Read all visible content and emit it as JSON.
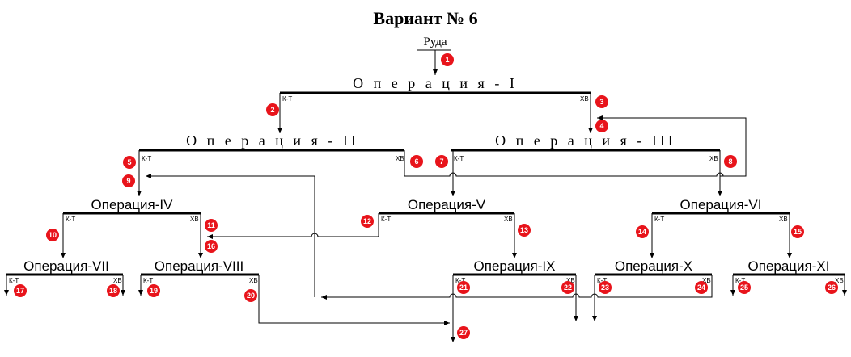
{
  "title": "Вариант № 6",
  "ore_label": "Руда",
  "product_labels": {
    "kt": "К-Т",
    "xv": "ХВ"
  },
  "operations": [
    {
      "id": "op1",
      "label": "О п е р а ц и я - I"
    },
    {
      "id": "op2",
      "label": "О п е р а ц и я - II"
    },
    {
      "id": "op3",
      "label": "О п е р а ц и я - III"
    },
    {
      "id": "op4",
      "label": "Операция-IV"
    },
    {
      "id": "op5",
      "label": "Операция-V"
    },
    {
      "id": "op6",
      "label": "Операция-VI"
    },
    {
      "id": "op7",
      "label": "Операция-VII"
    },
    {
      "id": "op8",
      "label": "Операция-VIII"
    },
    {
      "id": "op9",
      "label": "Операция-IX"
    },
    {
      "id": "op10",
      "label": "Операция-X"
    },
    {
      "id": "op11",
      "label": "Операция-XI"
    }
  ],
  "stream_numbers": [
    "1",
    "2",
    "3",
    "4",
    "5",
    "6",
    "7",
    "8",
    "9",
    "10",
    "11",
    "12",
    "13",
    "14",
    "15",
    "16",
    "17",
    "18",
    "19",
    "20",
    "21",
    "22",
    "23",
    "24",
    "25",
    "26",
    "27"
  ],
  "colors": {
    "line": "#000000",
    "marker_fill": "#e8141b",
    "marker_text": "#ffffff"
  }
}
